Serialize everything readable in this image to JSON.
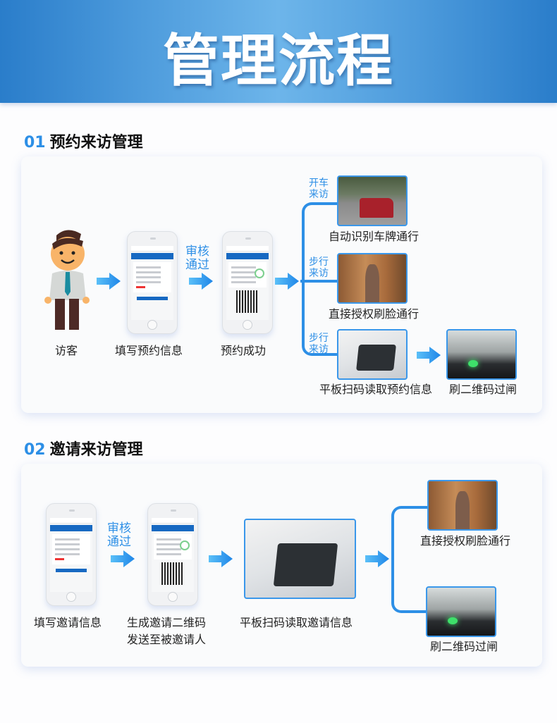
{
  "banner": {
    "title": "管理流程"
  },
  "section1": {
    "number": "01",
    "title": "预约来访管理",
    "steps": {
      "visitor": "访客",
      "fill_info": "填写预约信息",
      "approve": [
        "审核",
        "通过"
      ],
      "success": "预约成功"
    },
    "branches": [
      {
        "tag": [
          "开车",
          "来访"
        ],
        "caption": "自动识别车牌通行"
      },
      {
        "tag": [
          "步行",
          "来访"
        ],
        "caption": "直接授权刷脸通行"
      },
      {
        "tag": [
          "步行",
          "来访"
        ],
        "caption": "平板扫码读取预约信息",
        "next_caption": "刷二维码过闸"
      }
    ]
  },
  "section2": {
    "number": "02",
    "title": "邀请来访管理",
    "steps": {
      "fill_info": "填写邀请信息",
      "approve": [
        "审核",
        "通过"
      ],
      "generate": [
        "生成邀请二维码",
        "发送至被邀请人"
      ],
      "tablet": "平板扫码读取邀请信息"
    },
    "branches": [
      {
        "caption": "直接授权刷脸通行"
      },
      {
        "caption": "刷二维码过闸"
      }
    ]
  },
  "colors": {
    "accent": "#2d8fe6",
    "banner_dark": "#2a7dca",
    "banner_light": "#6db5ea"
  }
}
